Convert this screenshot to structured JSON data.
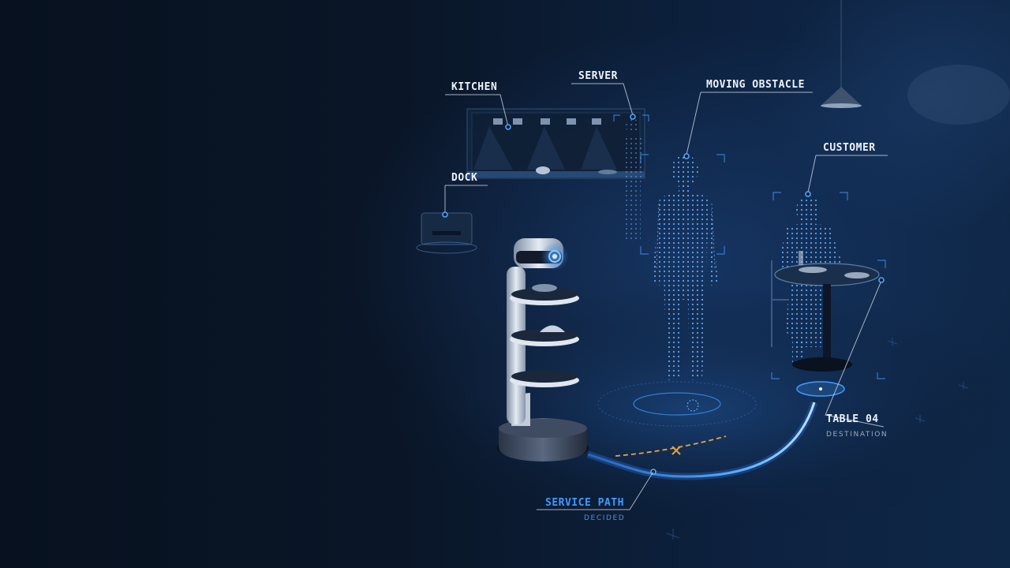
{
  "labels": {
    "kitchen": "KITCHEN",
    "server": "SERVER",
    "moving_obstacle": "MOVING OBSTACLE",
    "customer": "CUSTOMER",
    "dock": "DOCK",
    "table": "TABLE 04",
    "table_sub": "DESTINATION",
    "path": "SERVICE PATH",
    "path_sub": "DECIDED"
  },
  "colors": {
    "background": "#07111f",
    "accent_blue": "#3d9bff",
    "path_orange": "#e9a23b",
    "label_text": "#eef3fa"
  }
}
